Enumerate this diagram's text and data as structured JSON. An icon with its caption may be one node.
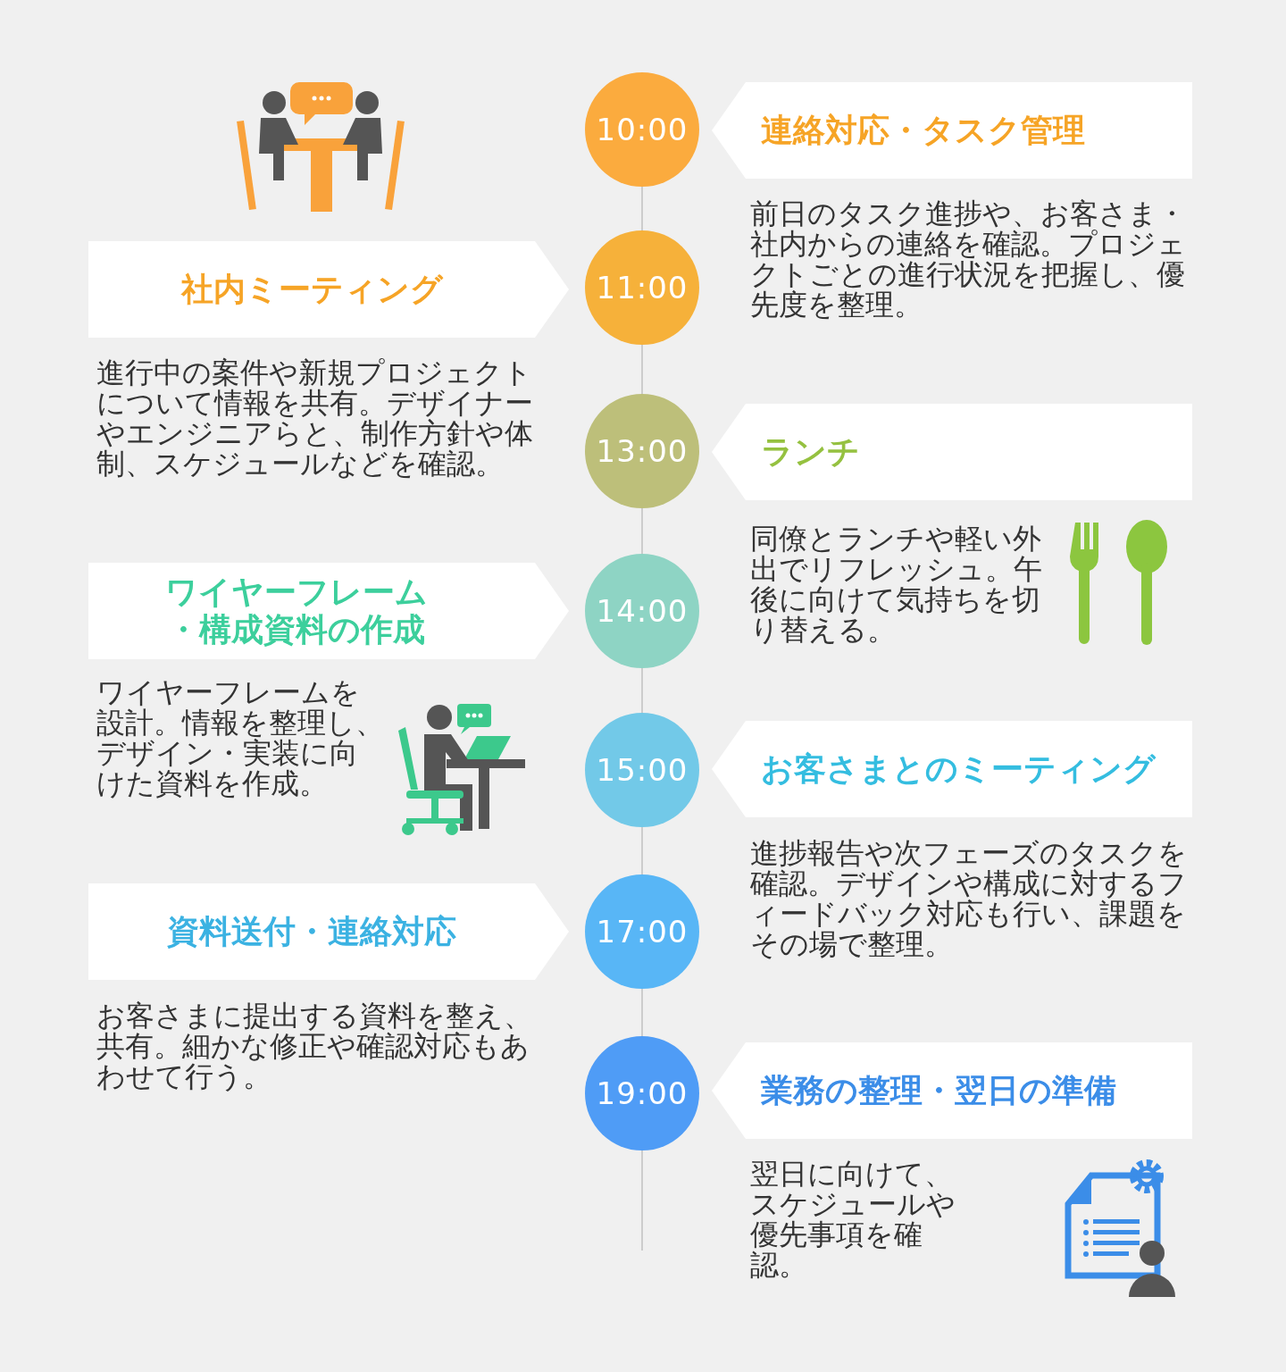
{
  "diagram": {
    "nodes": [
      {
        "text": [
          "10:00"
        ]
      },
      {
        "text": [
          "連絡対応・タスク管理"
        ],
        "beside": [
          "前日のタスク進捗や、お客さま・社内からの連絡を確認。プロジェクトごとの進行状況を把握し、優先度を整理。"
        ]
      },
      {
        "text": [
          "11:00"
        ]
      },
      {
        "text": [
          "社内ミーティング"
        ],
        "beside": [
          "進行中の案件や新規プロジェクトについて情報を共有。デザイナーやエンジニアらと、制作方針や体制、スケジュールなどを確認。"
        ]
      },
      {
        "text": [
          "13:00"
        ]
      },
      {
        "text": [
          "ランチ"
        ],
        "beside": [
          "同僚とランチや軽い外出でリフレッシュ。午後に向けて気持ちを切り替える。"
        ]
      },
      {
        "text": [
          "14:00"
        ]
      },
      {
        "text": [
          "ワイヤーフレーム・構成資料の作成"
        ],
        "beside": [
          "ワイヤーフレームを設計。情報を整理し、デザイン・実装に向けた資料を作成。"
        ]
      },
      {
        "text": [
          "15:00"
        ]
      },
      {
        "text": [
          "お客さまとのミーティング"
        ],
        "beside": [
          "進捗報告や次フェーズのタスクを確認。デザインや構成に対するフィードバック対応も行い、課題をその場で整理。"
        ]
      },
      {
        "text": [
          "17:00"
        ]
      },
      {
        "text": [
          "資料送付・連絡対応"
        ],
        "beside": [
          "お客さまに提出する資料を整え、共有。細かな修正や確認対応もあわせて行う。"
        ]
      },
      {
        "text": [
          "19:00"
        ]
      },
      {
        "text": [
          "業務の整理・翌日の準備"
        ],
        "beside": [
          "翌日に向けて、スケジュールや優先事項を確認。"
        ]
      }
    ],
    "edges": [
      {
        "from": 0,
        "to": 2,
        "arrow": "none"
      },
      {
        "from": 2,
        "to": 4,
        "arrow": "none"
      },
      {
        "from": 4,
        "to": 6,
        "arrow": "none"
      },
      {
        "from": 6,
        "to": 8,
        "arrow": "none"
      },
      {
        "from": 8,
        "to": 10,
        "arrow": "none"
      },
      {
        "from": 10,
        "to": 12,
        "arrow": "none"
      },
      {
        "from": 12,
        "to": null,
        "arrow": "none"
      }
    ]
  }
}
